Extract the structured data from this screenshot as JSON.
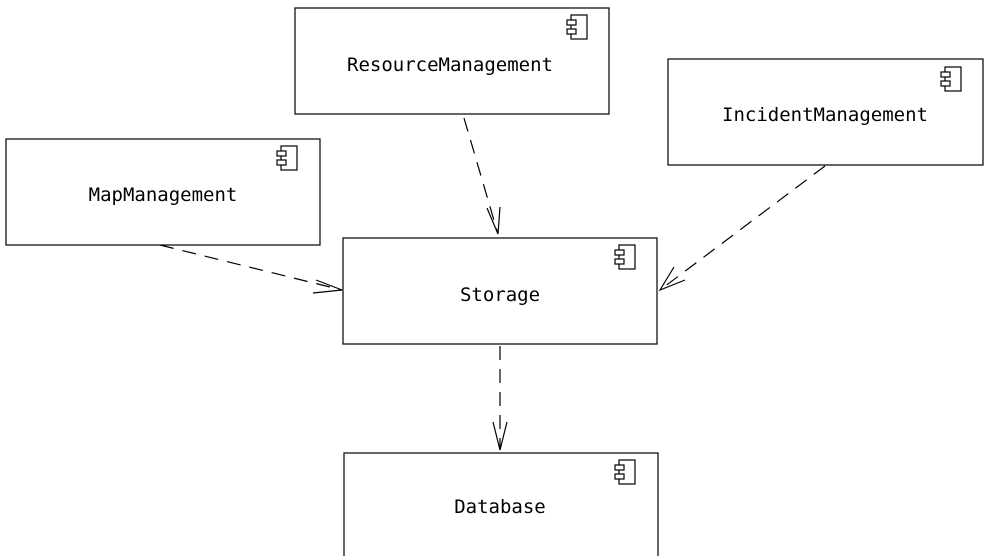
{
  "diagram": {
    "components": [
      {
        "id": "resource-management",
        "label": "ResourceManagement",
        "icon": "component-icon"
      },
      {
        "id": "incident-management",
        "label": "IncidentManagement",
        "icon": "component-icon"
      },
      {
        "id": "map-management",
        "label": "MapManagement",
        "icon": "component-icon"
      },
      {
        "id": "storage",
        "label": "Storage",
        "icon": "component-icon"
      },
      {
        "id": "database",
        "label": "Database",
        "icon": "component-icon"
      }
    ],
    "dependencies": [
      {
        "from": "resource-management",
        "to": "storage"
      },
      {
        "from": "incident-management",
        "to": "storage"
      },
      {
        "from": "map-management",
        "to": "storage"
      },
      {
        "from": "storage",
        "to": "database"
      }
    ]
  }
}
